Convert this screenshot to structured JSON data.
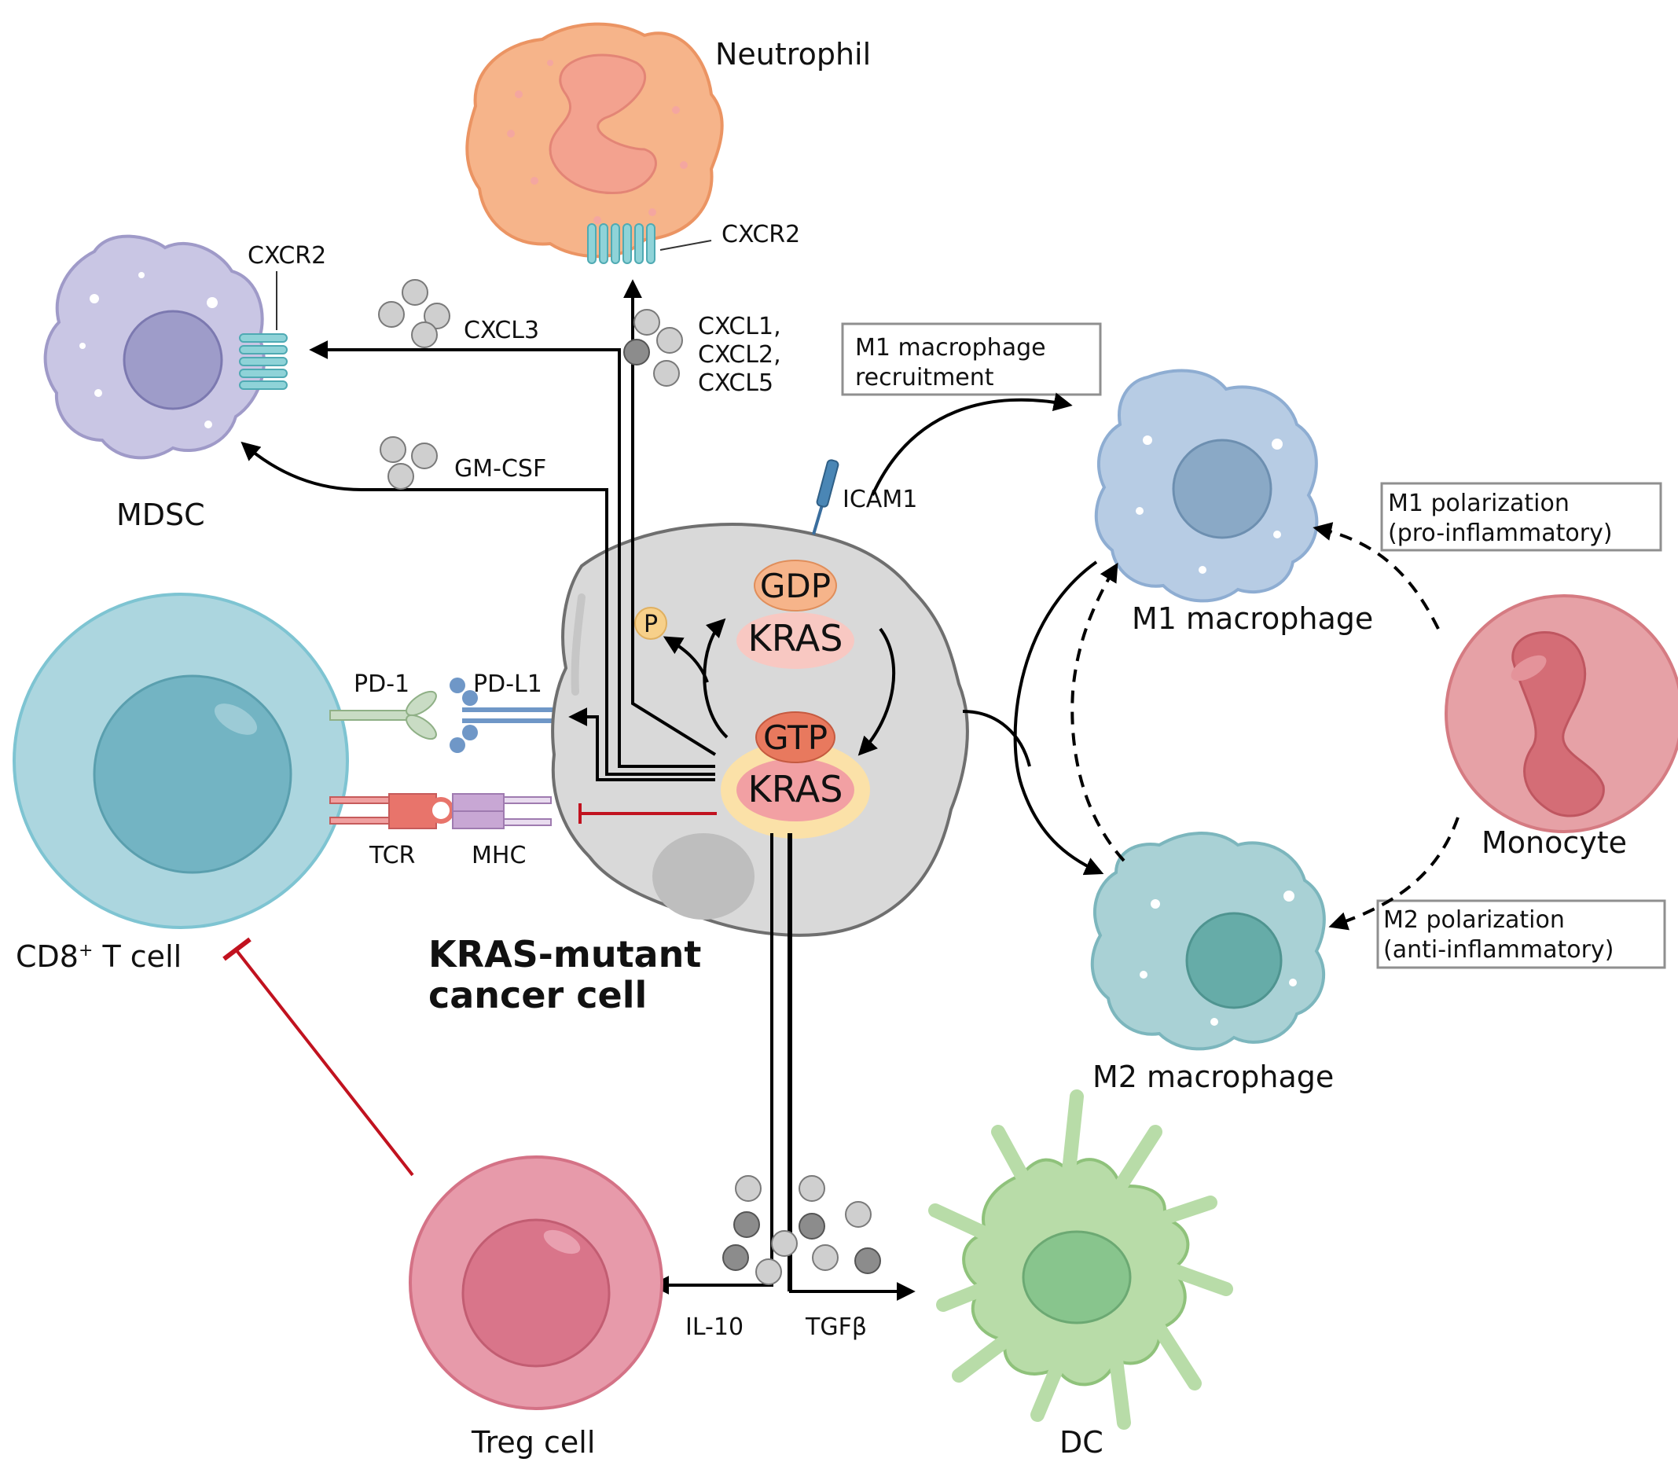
{
  "cells": {
    "neutrophil": "Neutrophil",
    "mdsc": "MDSC",
    "cd8_prefix": "CD8",
    "cd8_sup": "+",
    "cd8_suffix": " T cell",
    "cancer_line1": "KRAS-mutant",
    "cancer_line2": "cancer cell",
    "m1": "M1 macrophage",
    "m2": "M2 macrophage",
    "monocyte": "Monocyte",
    "treg": "Treg cell",
    "dc": "DC"
  },
  "receptors": {
    "cxcr2_neutrophil": "CXCR2",
    "cxcr2_mdsc": "CXCR2",
    "icam1": "ICAM1",
    "pd1": "PD-1",
    "pdl1": "PD-L1",
    "tcr": "TCR",
    "mhc": "MHC"
  },
  "cytokines": {
    "cxcl3": "CXCL3",
    "cxcl1": "CXCL1,",
    "cxcl2": "CXCL2,",
    "cxcl5": "CXCL5",
    "gmcsf": "GM-CSF",
    "il10": "IL-10",
    "tgfb": "TGFβ"
  },
  "kras": {
    "gdp": "GDP",
    "gtp": "GTP",
    "kras_top": "KRAS",
    "kras_bottom": "KRAS",
    "phosphate": "P"
  },
  "boxes": {
    "m1_recruit_line1": "M1 macrophage",
    "m1_recruit_line2": "recruitment",
    "m1_pol_line1": "M1 polarization",
    "m1_pol_line2": "(pro-inflammatory)",
    "m2_pol_line1": "M2 polarization",
    "m2_pol_line2": "(anti-inflammatory)"
  },
  "colors": {
    "neutrophil": "#f6b48a",
    "mdsc": "#c9c6e4",
    "cd8": "#acd6df",
    "cancer": "#d9d9d9",
    "m1": "#b7cce4",
    "m2": "#a9d1d5",
    "monocyte": "#e6a1a6",
    "treg": "#e79aaa",
    "dc": "#b8dca8",
    "inhibition": "#c1121f"
  }
}
